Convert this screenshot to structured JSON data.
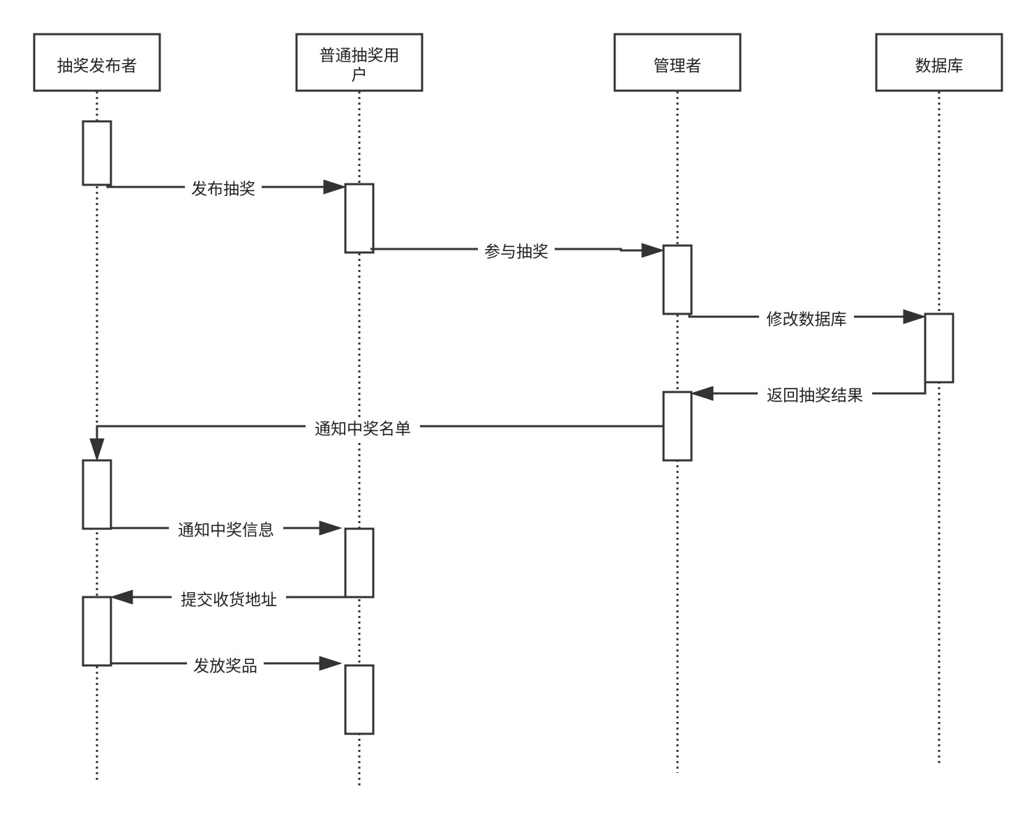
{
  "participants": [
    {
      "id": "publisher",
      "lines": [
        "抽奖发布者"
      ]
    },
    {
      "id": "user",
      "lines": [
        "普通抽奖用",
        "户"
      ]
    },
    {
      "id": "admin",
      "lines": [
        "管理者"
      ]
    },
    {
      "id": "database",
      "lines": [
        "数据库"
      ]
    }
  ],
  "messages": [
    {
      "id": "publish",
      "from": "publisher",
      "to": "user",
      "label": "发布抽奖"
    },
    {
      "id": "join",
      "from": "user",
      "to": "admin",
      "label": "参与抽奖"
    },
    {
      "id": "update-db",
      "from": "admin",
      "to": "database",
      "label": "修改数据库"
    },
    {
      "id": "return-result",
      "from": "database",
      "to": "admin",
      "label": "返回抽奖结果"
    },
    {
      "id": "notify-winner-list",
      "from": "admin",
      "to": "publisher",
      "label": "通知中奖名单"
    },
    {
      "id": "notify-winner-info",
      "from": "publisher",
      "to": "user",
      "label": "通知中奖信息"
    },
    {
      "id": "submit-address",
      "from": "user",
      "to": "publisher",
      "label": "提交收货地址"
    },
    {
      "id": "ship-prize",
      "from": "publisher",
      "to": "user",
      "label": "发放奖品"
    }
  ]
}
